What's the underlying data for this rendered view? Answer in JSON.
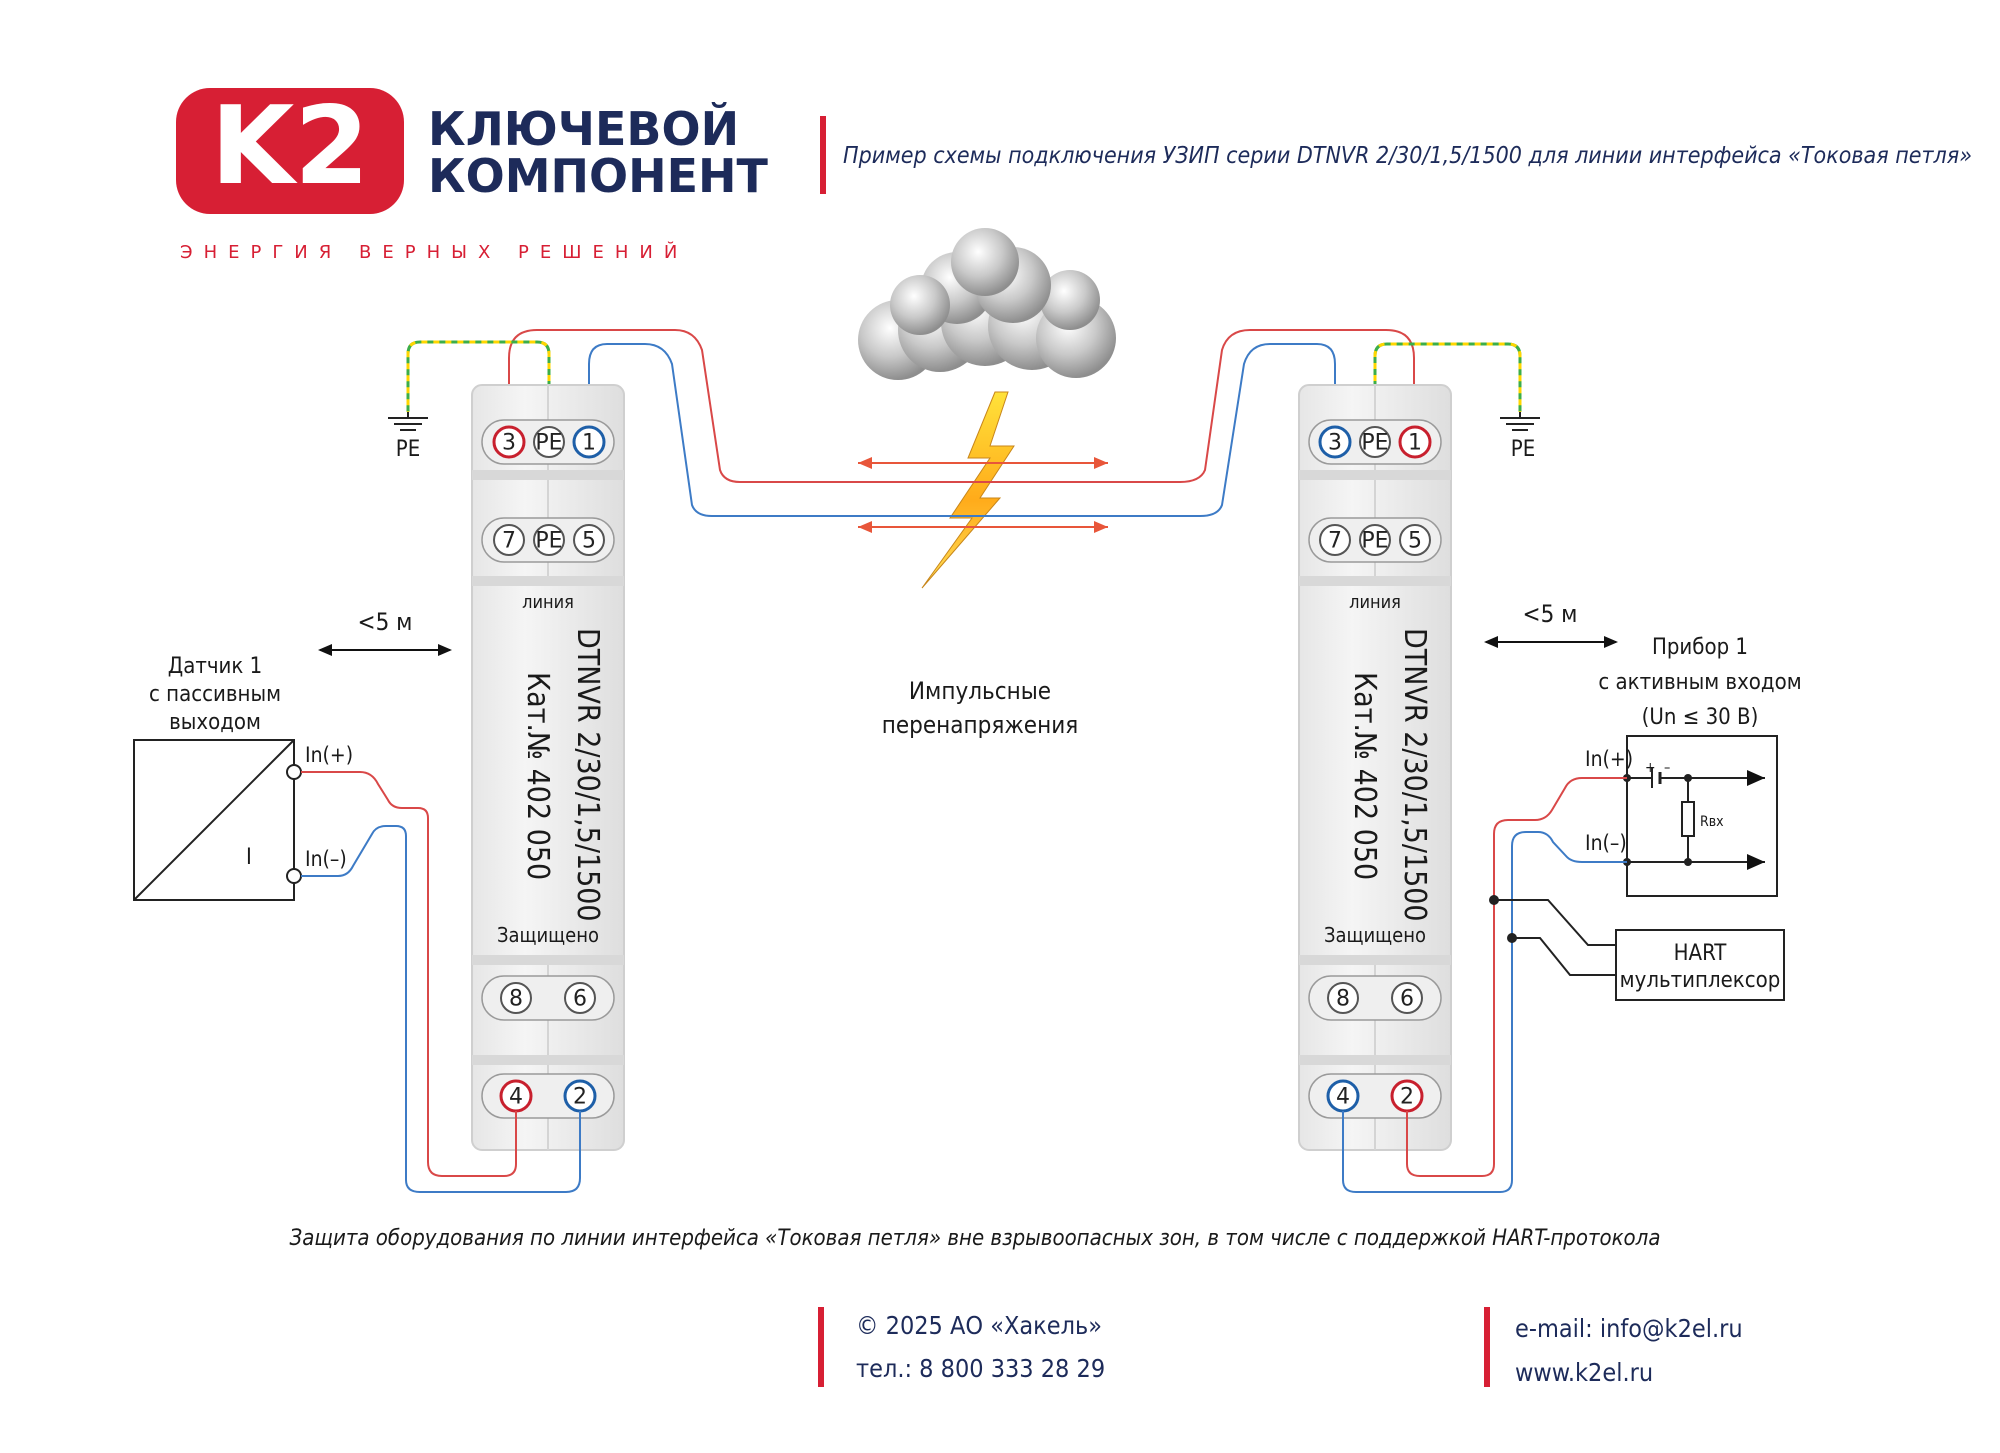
{
  "brand": {
    "logo_mark": "K2",
    "name_line1": "КЛЮЧЕВОЙ",
    "name_line2": "КОМПОНЕНТ",
    "tagline": "ЭНЕРГИЯ ВЕРНЫХ РЕШЕНИЙ",
    "red": "#d71f34",
    "navy": "#1d2b5a"
  },
  "header": {
    "title": "Пример схемы подключения УЗИП серии DTNVR 2/30/1,5/1500 для линии интерфейса «Токовая петля»"
  },
  "diagram": {
    "pe_left": "PE",
    "pe_right": "PE",
    "left_device": {
      "top_terminals": [
        "3",
        "PE",
        "1"
      ],
      "mid_terminals": [
        "7",
        "PE",
        "5"
      ],
      "line_label": "линия",
      "model_line1": "DTNVR 2/30/1,5/1500",
      "model_line2": "Кат.№ 402 050",
      "protected_label": "Защищено",
      "lower_terminals": [
        "8",
        "6"
      ],
      "bottom_terminals": [
        "4",
        "2"
      ]
    },
    "right_device": {
      "top_terminals": [
        "3",
        "PE",
        "1"
      ],
      "mid_terminals": [
        "7",
        "PE",
        "5"
      ],
      "line_label": "линия",
      "model_line1": "DTNVR 2/30/1,5/1500",
      "model_line2": "Кат.№ 402 050",
      "protected_label": "Защищено",
      "lower_terminals": [
        "8",
        "6"
      ],
      "bottom_terminals": [
        "4",
        "2"
      ]
    },
    "distance_left": "<5 м",
    "distance_right": "<5 м",
    "sensor": {
      "title_line1": "Датчик 1",
      "title_line2": "с пассивным",
      "title_line3": "выходом",
      "inner_label": "I",
      "in_plus": "In(+)",
      "in_minus": "In(–)"
    },
    "instrument": {
      "title_line1": "Прибор 1",
      "title_line2": "с активным входом",
      "title_line3": "(Un ≤ 30 В)",
      "in_plus": "In(+)",
      "in_minus": "In(–)",
      "resistor": "Rвх",
      "battery_plus": "+",
      "battery_minus": "–"
    },
    "hart": {
      "line1": "HART",
      "line2": "мультиплексор"
    },
    "surge_line1": "Импульсные",
    "surge_line2": "перенапряжения",
    "caption": "Защита оборудования по линии интерфейса «Токовая петля» вне взрывоопасных зон, в том числе с поддержкой HART-протокола"
  },
  "footer": {
    "copyright": "© 2025 АО «Хакель»",
    "phone": "тел.: 8 800 333 28 29",
    "email": "e-mail: info@k2el.ru",
    "site": "www.k2el.ru"
  }
}
